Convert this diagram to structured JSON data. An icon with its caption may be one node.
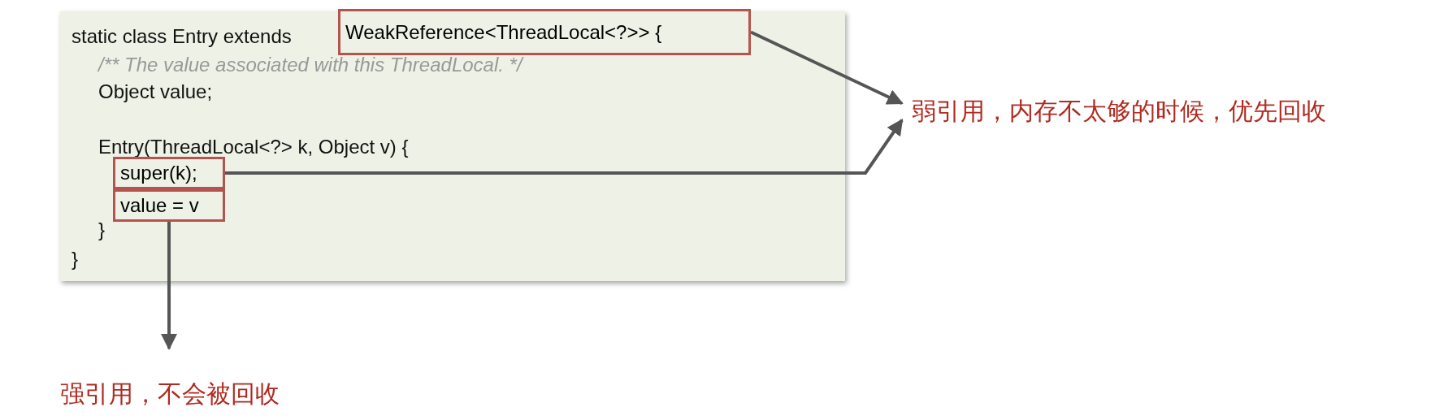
{
  "diagram": {
    "nodes": [
      {
        "text": [
          "static class Entry extends",
          "/** The value associated with this ThreadLocal. */",
          "Object value;",
          "Entry(ThreadLocal<?> k, Object v) {",
          "}",
          "}"
        ]
      },
      {
        "text": [
          "WeakReference<ThreadLocal<?>> {"
        ],
        "in": 0
      },
      {
        "text": [
          "super(k);"
        ],
        "in": 0
      },
      {
        "text": [
          "value = v"
        ],
        "in": 0
      },
      {
        "text": [
          "弱引用，内存不太够的时候，优先回收"
        ]
      },
      {
        "text": [
          "强引用，不会被回收"
        ]
      }
    ],
    "edges": [
      {
        "from": 1,
        "to": 4,
        "arrow": "to"
      },
      {
        "from": 2,
        "to": 4,
        "arrow": "to"
      },
      {
        "from": 3,
        "to": 5,
        "arrow": "to"
      }
    ]
  }
}
